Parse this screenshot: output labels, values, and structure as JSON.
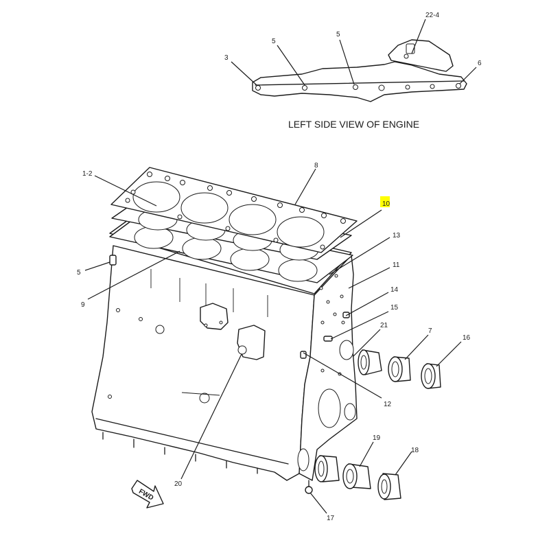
{
  "caption": "LEFT SIDE VIEW OF ENGINE",
  "fwd_label": "FWD",
  "highlight_color": "#ffff00",
  "labels": {
    "l22_4": "22-4",
    "l5a": "5",
    "l5b": "5",
    "l3": "3",
    "l6": "6",
    "l8": "8",
    "l1_2": "1-2",
    "l10": "10",
    "l13": "13",
    "l11": "11",
    "l5c": "5",
    "l9": "9",
    "l14": "14",
    "l15": "15",
    "l21": "21",
    "l7": "7",
    "l16": "16",
    "l12": "12",
    "l19": "19",
    "l18": "18",
    "l20": "20",
    "l17": "17"
  }
}
